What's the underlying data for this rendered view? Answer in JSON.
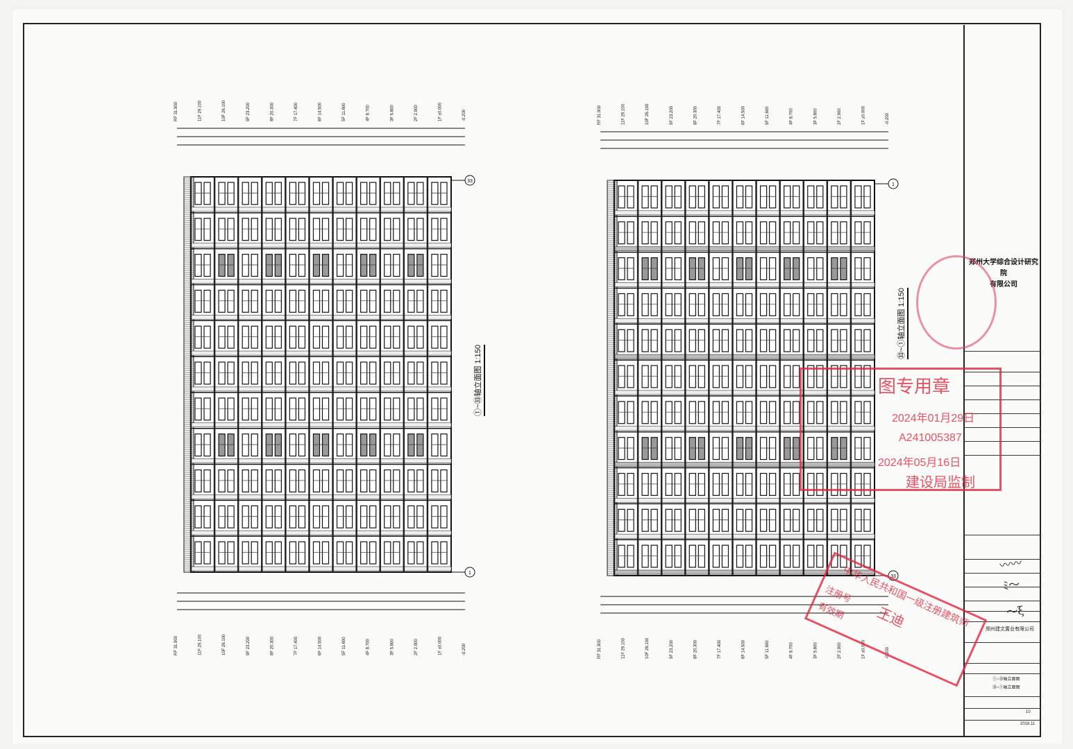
{
  "drawing": {
    "left_title": "①~㉝轴立面图",
    "right_title": "㉝~①轴立面图",
    "scale": "1:150",
    "axis_left_top": "33",
    "axis_left_bottom": "1",
    "axis_right_top": "1",
    "axis_right_bottom": "33",
    "levels": [
      {
        "floor": "RF",
        "elev": "31.900"
      },
      {
        "floor": "11F",
        "elev": "29.100"
      },
      {
        "floor": "10F",
        "elev": "26.100"
      },
      {
        "floor": "9F",
        "elev": "23.200"
      },
      {
        "floor": "8F",
        "elev": "20.300"
      },
      {
        "floor": "7F",
        "elev": "17.400"
      },
      {
        "floor": "6F",
        "elev": "14.500"
      },
      {
        "floor": "5F",
        "elev": "11.600"
      },
      {
        "floor": "4F",
        "elev": "8.700"
      },
      {
        "floor": "3F",
        "elev": "5.800"
      },
      {
        "floor": "2F",
        "elev": "2.900"
      },
      {
        "floor": "1F",
        "elev": "±0.000"
      },
      {
        "floor": "",
        "elev": "-0.200"
      }
    ],
    "floors": 11,
    "bays": 11
  },
  "title_block": {
    "firm_line1": "郑州大学综合设计研究院",
    "firm_line2": "有限公司",
    "project_unit": "郑州建文置业有限公司",
    "drawing_name_1": "①~㉝轴立面图",
    "drawing_name_2": "㉝~①轴立面图",
    "sheet_count": "10",
    "date": "2018.11"
  },
  "stamps": {
    "review_stamp_title": "图专用章",
    "review_stamp_cert": "A241005387",
    "review_stamp_date": "2024年05月16日",
    "review_stamp_date_2": "2024年01月29日",
    "review_stamp_footer": "建设局监制",
    "architect_stamp_title": "中华人民共和国一级注册建筑师",
    "architect_name": "王迪",
    "architect_reg_label": "注册号",
    "architect_valid_label": "有效期"
  },
  "colors": {
    "stamp_red": "#e0283f",
    "line": "#111111"
  }
}
